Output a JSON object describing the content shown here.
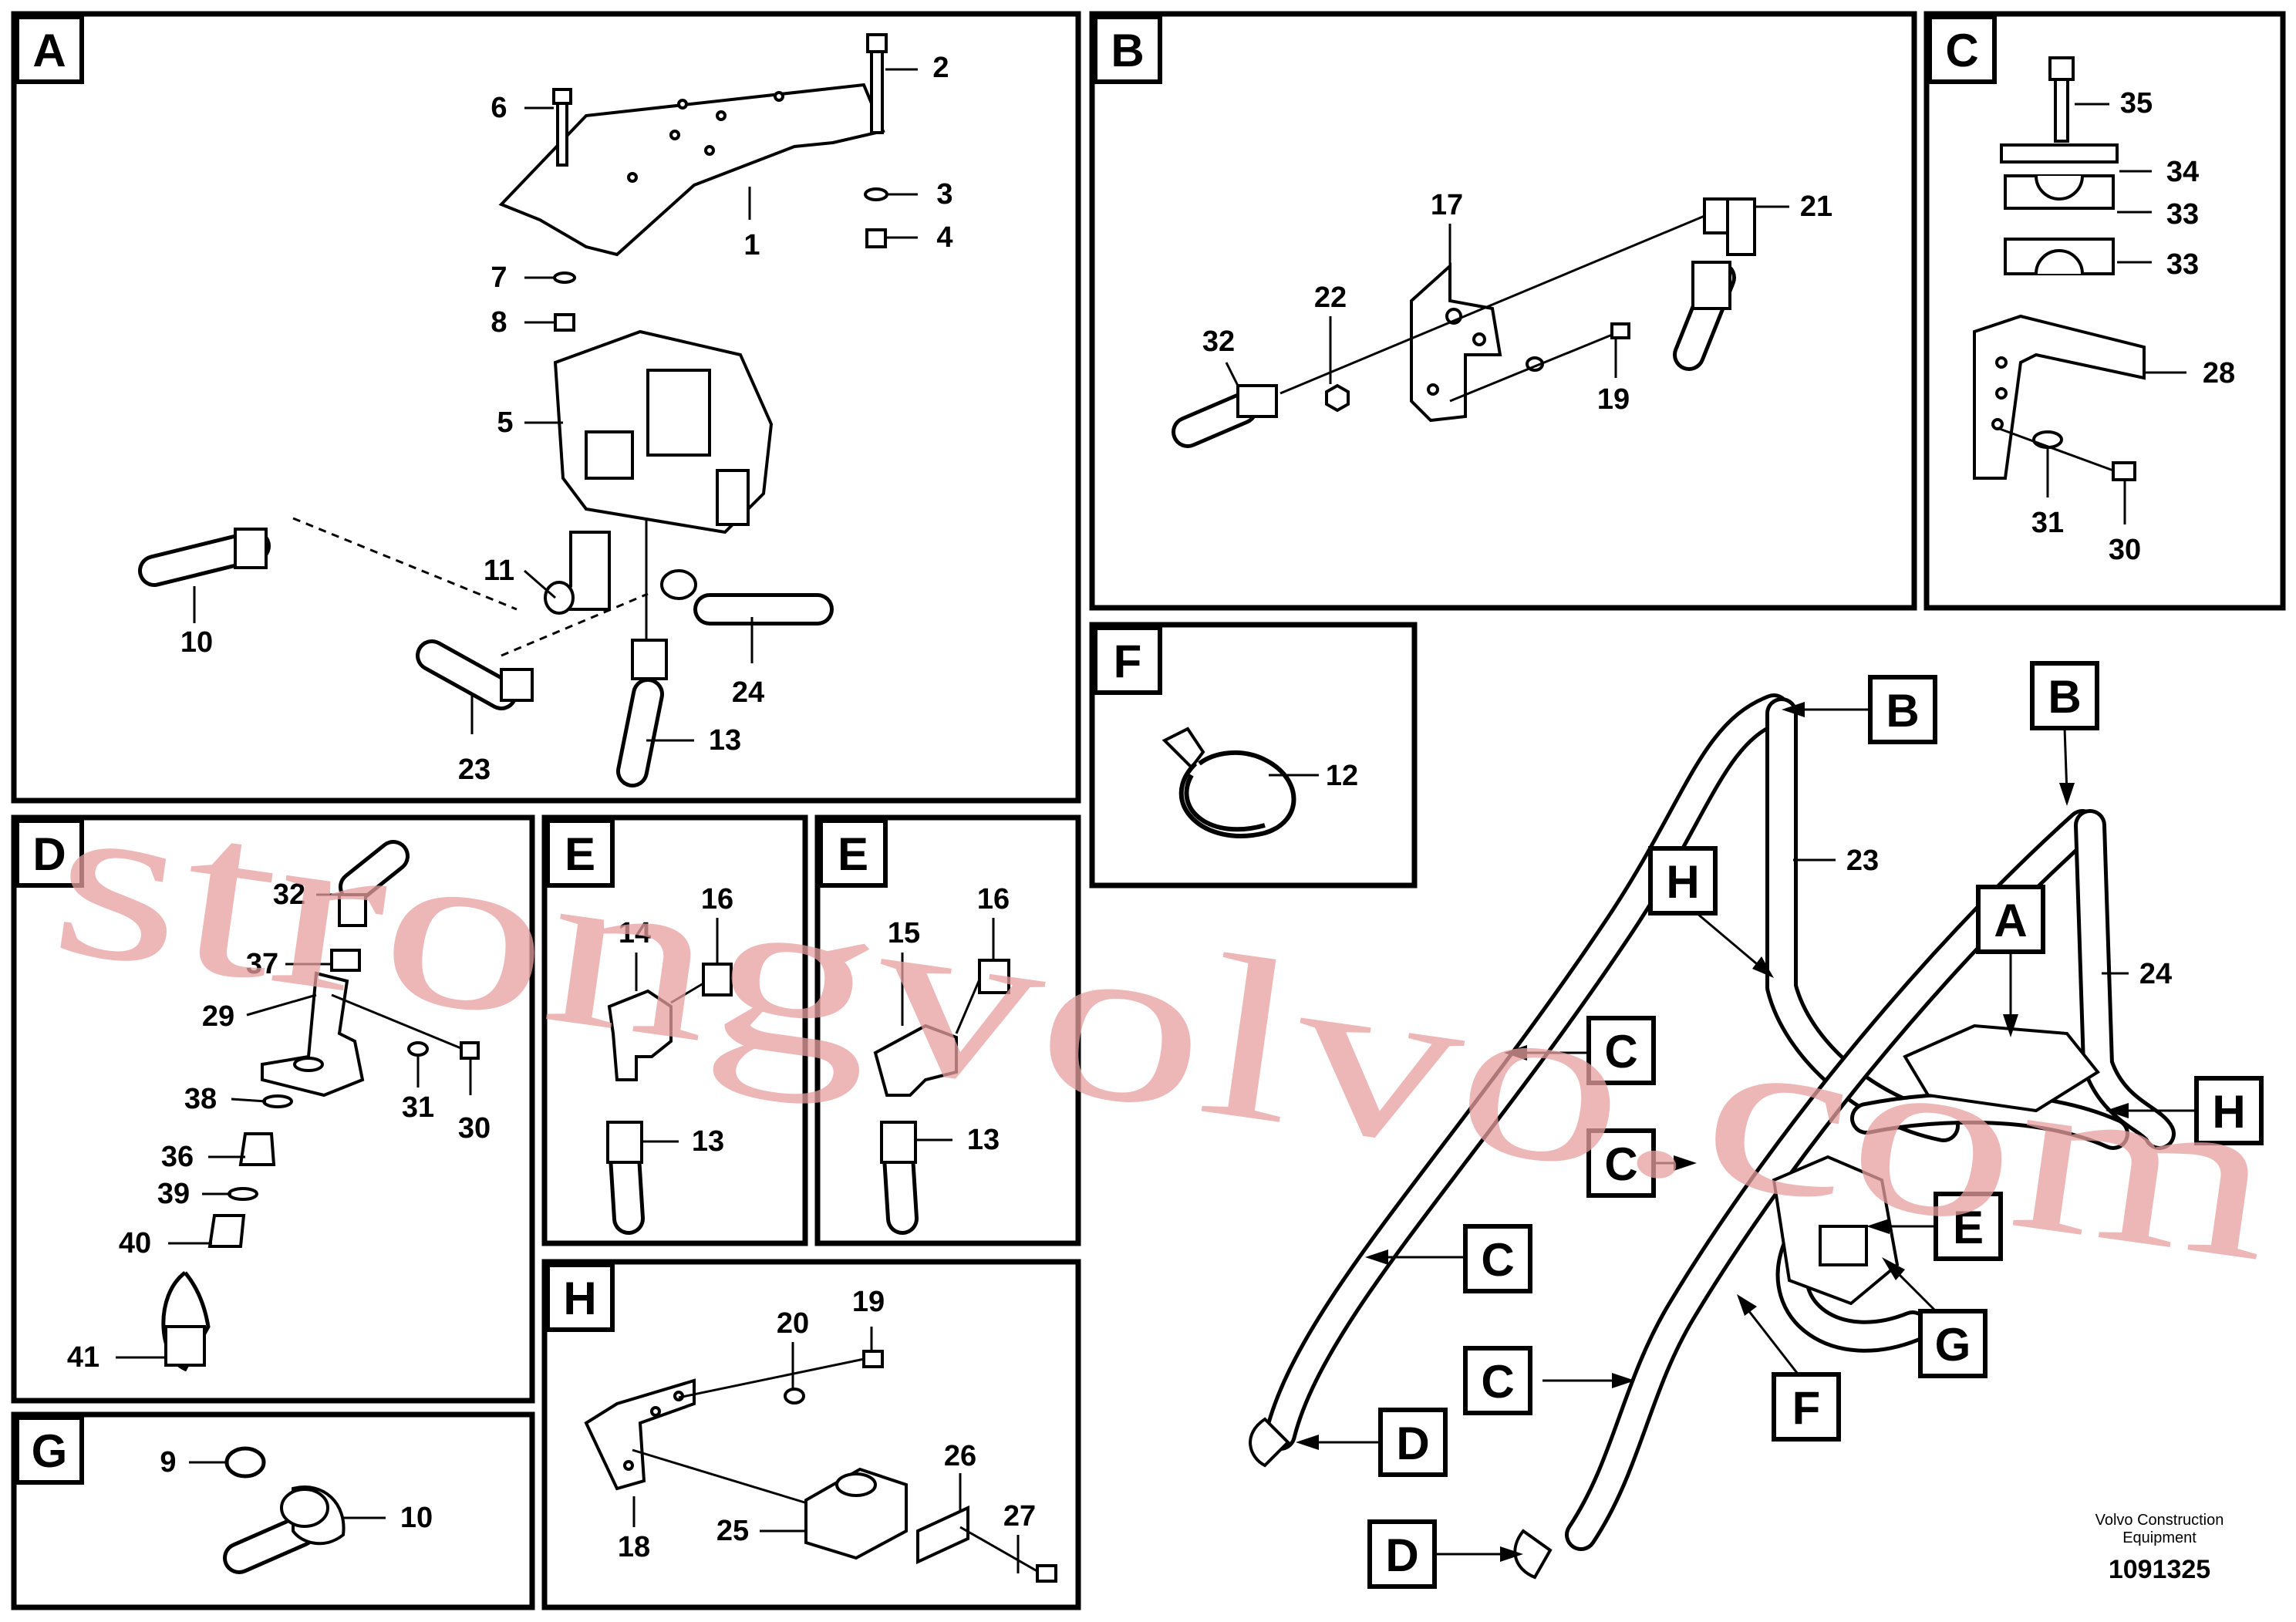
{
  "panels": {
    "A": "A",
    "B": "B",
    "C": "C",
    "D": "D",
    "E1": "E",
    "E2": "E",
    "F": "F",
    "G": "G",
    "H": "H"
  },
  "parts": {
    "p1": "1",
    "p2": "2",
    "p3": "3",
    "p4": "4",
    "p5": "5",
    "p6": "6",
    "p7": "7",
    "p8": "8",
    "p9": "9",
    "p10a": "10",
    "p10g": "10",
    "p11": "11",
    "p12": "12",
    "p13a": "13",
    "p13e1": "13",
    "p13e2": "13",
    "p14": "14",
    "p15": "15",
    "p16a": "16",
    "p16b": "16",
    "p17": "17",
    "p18": "18",
    "p19b": "19",
    "p19h": "19",
    "p20": "20",
    "p21": "21",
    "p22": "22",
    "p23a": "23",
    "p23o": "23",
    "p24a": "24",
    "p24o": "24",
    "p25": "25",
    "p26": "26",
    "p27": "27",
    "p28": "28",
    "p29": "29",
    "p30c": "30",
    "p30d": "30",
    "p31c": "31",
    "p31d": "31",
    "p32b": "32",
    "p32d": "32",
    "p33a": "33",
    "p33b": "33",
    "p34": "34",
    "p35": "35",
    "p36": "36",
    "p37": "37",
    "p38": "38",
    "p39": "39",
    "p40": "40",
    "p41": "41"
  },
  "overview_tags": {
    "b1": "B",
    "b2": "B",
    "a": "A",
    "h1": "H",
    "h2": "H",
    "c1": "C",
    "c2": "C",
    "c3": "C",
    "c4": "C",
    "e": "E",
    "g": "G",
    "f": "F",
    "d1": "D",
    "d2": "D"
  },
  "footer": {
    "maker": "Volvo Construction Equipment",
    "maker_line1": "Volvo Construction",
    "maker_line2": "Equipment",
    "drawing_number": "1091325"
  },
  "watermark": "strongvolvo.com"
}
